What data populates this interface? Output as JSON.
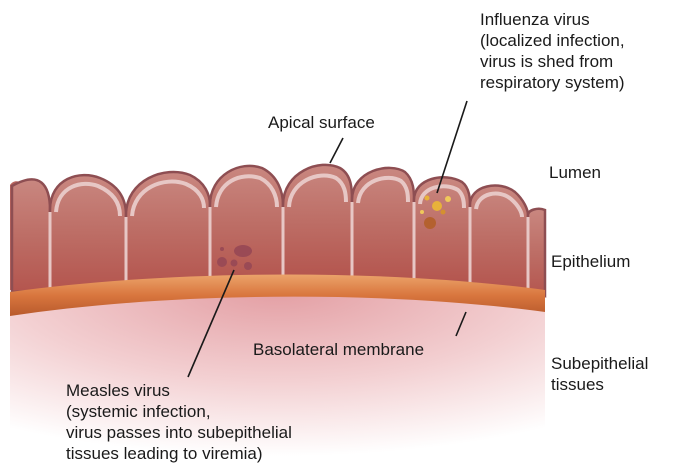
{
  "labels": {
    "influenza": [
      "Influenza virus",
      "(localized infection,",
      "virus is shed from",
      "respiratory system)"
    ],
    "apical_surface": "Apical surface",
    "lumen": "Lumen",
    "epithelium": "Epithelium",
    "basolateral_membrane": "Basolateral membrane",
    "subepithelial": [
      "Subepithelial",
      "tissues"
    ],
    "measles": [
      "Measles virus",
      "(systemic infection,",
      "virus passes into subepithelial",
      "tissues leading to viremia)"
    ]
  },
  "colors": {
    "cell_outline": "#8e4e52",
    "cell_rim": "#e7c7c5",
    "cell_fill": "#bd6e66",
    "membrane": "#d9763e",
    "tissue": "#f1c7c8",
    "measles_particles": "#9a4a55",
    "influenza_particles": "#e8b23a"
  }
}
